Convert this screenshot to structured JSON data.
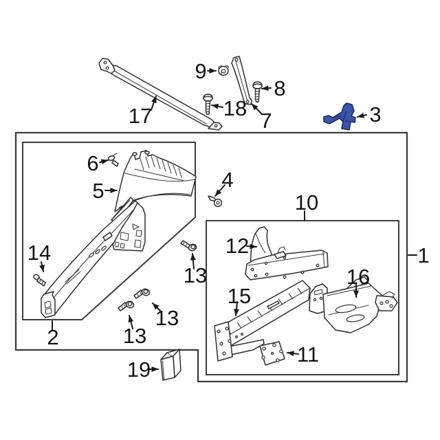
{
  "diagram": {
    "type": "exploded-parts-diagram",
    "background": "#ffffff",
    "line_color": "#2e2e2e"
  },
  "colors": {
    "highlight": "#3b55a8",
    "highlight_stroke": "#19276b"
  },
  "parts": {
    "p1": "1",
    "p2": "2",
    "p3": "3",
    "p4": "4",
    "p5": "5",
    "p6": "6",
    "p7": "7",
    "p8": "8",
    "p9": "9",
    "p10": "10",
    "p11": "11",
    "p12": "12",
    "p13": "13",
    "p14": "14",
    "p15": "15",
    "p16": "16",
    "p17": "17",
    "p18": "18",
    "p19": "19"
  },
  "highlighted_part_number": "3"
}
